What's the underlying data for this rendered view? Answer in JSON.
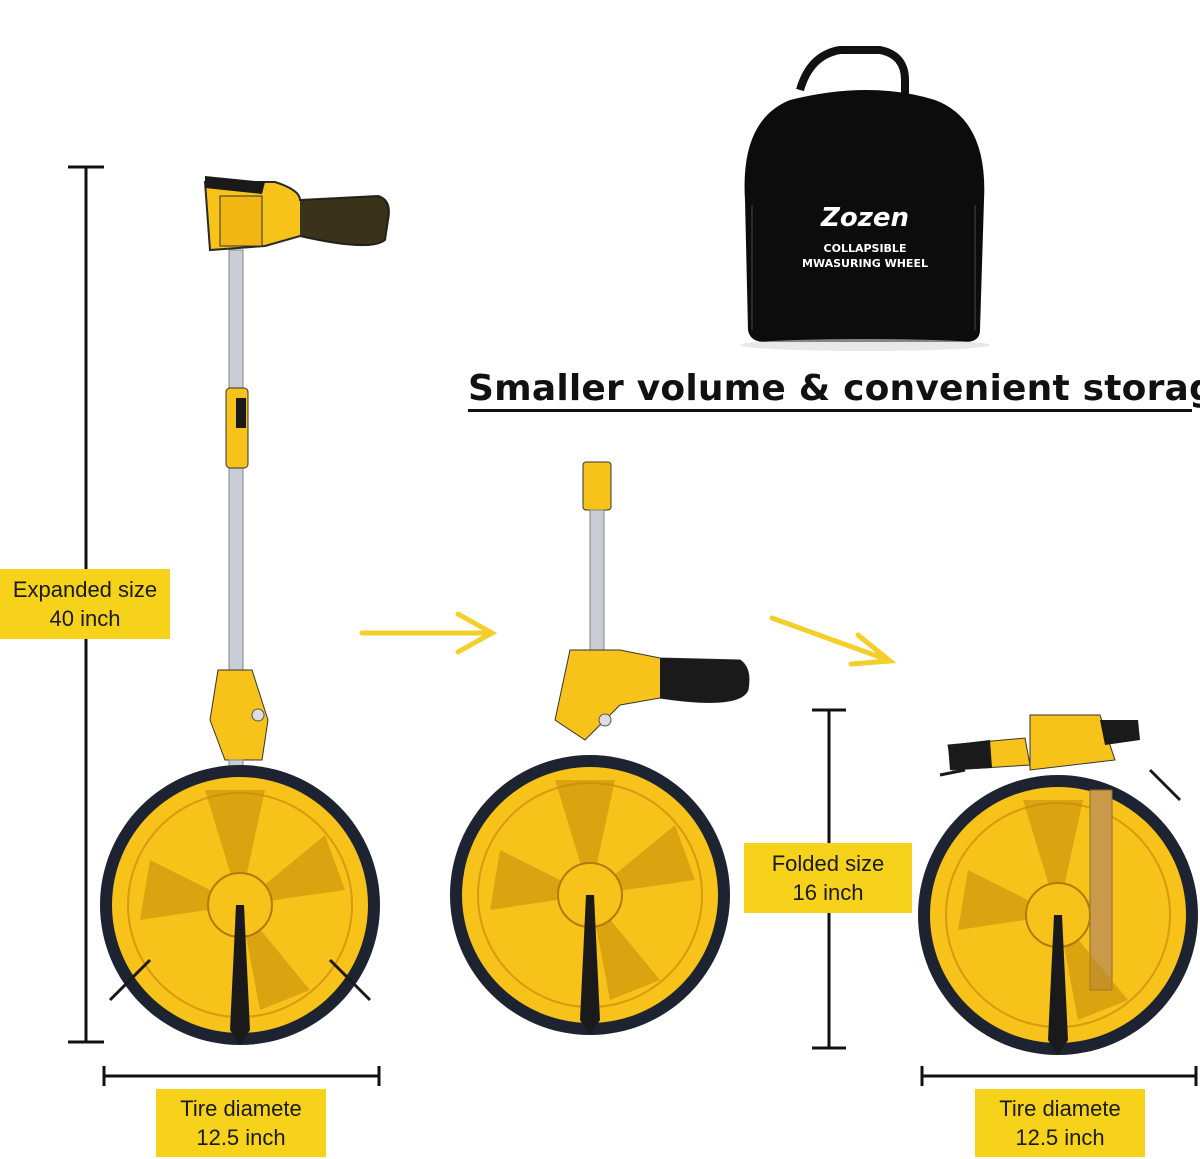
{
  "labels": {
    "expanded_line1": "Expanded size",
    "expanded_line2": "40 inch",
    "folded_line1": "Folded size",
    "folded_line2": "16 inch",
    "tire_left_line1": "Tire diamete",
    "tire_left_line2": "12.5 inch",
    "tire_right_line1": "Tire diamete",
    "tire_right_line2": "12.5 inch"
  },
  "bag": {
    "brand": "Zozen",
    "line1": "COLLAPSIBLE",
    "line2": "MWASURING WHEEL"
  },
  "headline": "Smaller volume & convenient storage.",
  "colors": {
    "wheel_yellow": "#f7c21a",
    "tire_dark": "#1d2330",
    "label_yellow": "#f6d21a",
    "arrow_yellow": "#f3cf2a",
    "bag_black": "#0c0c0c",
    "handle_black": "#1a1a1a"
  }
}
